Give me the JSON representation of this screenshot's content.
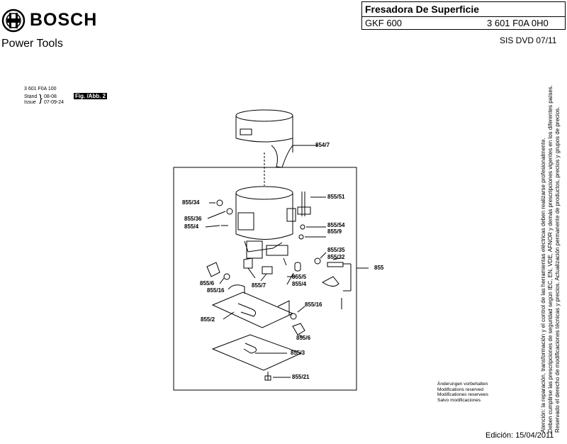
{
  "brand": {
    "name": "BOSCH",
    "subtitle": "Power Tools"
  },
  "title_block": {
    "title": "Fresadora De Superficie",
    "model": "GKF 600",
    "part_number": "3 601 F0A 0H0",
    "sis": "SIS DVD 07/11"
  },
  "drawing_header": {
    "code": "3 601 F0A 100",
    "stand_label": "Stand",
    "stand_value": "08-08",
    "issue_label": "Issue",
    "issue_value": "07-09-24",
    "fig": "Fig. /Abb. 2"
  },
  "parts": {
    "p854_7": "854/7",
    "p855_51": "855/51",
    "p855_34": "855/34",
    "p855_36": "855/36",
    "p855_4a": "855/4",
    "p855_54": "855/54",
    "p855_9": "855/9",
    "p855_35": "855/35",
    "p855_32": "855/32",
    "p855": "855",
    "p855_5": "855/5",
    "p855_4b": "855/4",
    "p855_6a": "855/6",
    "p855_16a": "855/16",
    "p855_7": "855/7",
    "p855_16b": "855/16",
    "p855_2": "855/2",
    "p855_6b": "855/6",
    "p855_3": "855/3",
    "p855_21": "855/21"
  },
  "notes": {
    "line1": "Änderungen vorbehalten",
    "line2": "Modifications reserved",
    "line3": "Modificationes reservees",
    "line4": "Salvo modificaciones"
  },
  "side_text": {
    "line1": "Atención: la reparación, transformación y el control de las herramientas eléctricas deben realizarse profesionalmente.",
    "line2": "Deben cumplirse las prescripciones de seguridad según IEC, EN, VDE, AFNOR y demás prescripciones vigentes en los diferentes países.",
    "line3": "Reservado el derecho de modificaciones técnicas y precios. Actualización permanente de productos, precios y grupos de precios."
  },
  "edition": "Edición: 15/04/2011"
}
